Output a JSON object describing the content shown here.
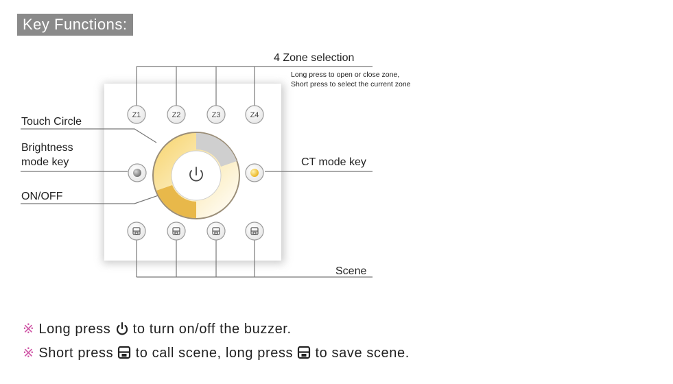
{
  "title": "Key Functions:",
  "labels": {
    "zone_selection": "4 Zone selection",
    "zone_note_1": "Long press to open or close zone,",
    "zone_note_2": "Short press to select the current zone",
    "touch_circle": "Touch Circle",
    "brightness_1": "Brightness",
    "brightness_2": "mode key",
    "ct_mode": "CT mode key",
    "on_off": "ON/OFF",
    "scene": "Scene"
  },
  "zones": [
    "Z1",
    "Z2",
    "Z3",
    "Z4"
  ],
  "bottom_notes": {
    "symbol": "※",
    "line1_a": "Long press",
    "line1_b": "to turn on/off the buzzer",
    "line1_c": ".",
    "line2_a": "Short press",
    "line2_b": "to call scene, long press",
    "line2_c": "to save scene."
  },
  "colors": {
    "header_bg": "#8a8a8a",
    "warm_yellow": "#f3c44b",
    "accent_mark": "#d05aa8"
  },
  "icons": [
    "power-icon",
    "scene-save-icon",
    "brightness-dot-icon",
    "ct-dot-icon"
  ]
}
